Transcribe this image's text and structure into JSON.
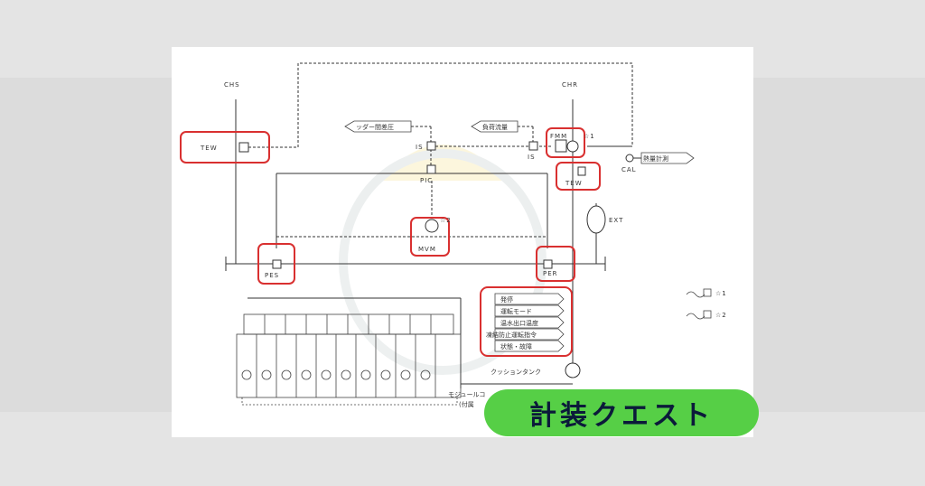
{
  "diagram": {
    "pipe_labels": {
      "chs": "CHS",
      "chr": "CHR"
    },
    "instruments": {
      "tew_left": "TEW",
      "is_center": "IS",
      "pic": "PIC",
      "is_right": "IS",
      "fmm": "FMM",
      "tew_right": "TEW",
      "cal": "CAL",
      "ext": "EXT",
      "mvm": "MVM",
      "pes": "PES",
      "per": "PER"
    },
    "notes": {
      "fmm_mark": "☆1",
      "mvm_mark": "☆2",
      "legend_1": "☆1",
      "legend_2": "☆2"
    },
    "signals": {
      "header_pressure": "ッダー間差圧",
      "load_flow": "負荷流量",
      "heat_metering": "熱量計測"
    },
    "status_panel": [
      "発停",
      "運転モード",
      "温水出口温度",
      "凍結防止運転指令",
      "状態・故障"
    ],
    "cushion_tank": "クッションタンク",
    "module_label_line1": "モジュールコ",
    "module_label_line2": "(付属"
  },
  "badge": {
    "text": "計装クエスト"
  },
  "colors": {
    "highlight": "#d93030",
    "badge_bg": "#56cf46",
    "badge_text": "#0b1a3a",
    "line": "#333333"
  }
}
